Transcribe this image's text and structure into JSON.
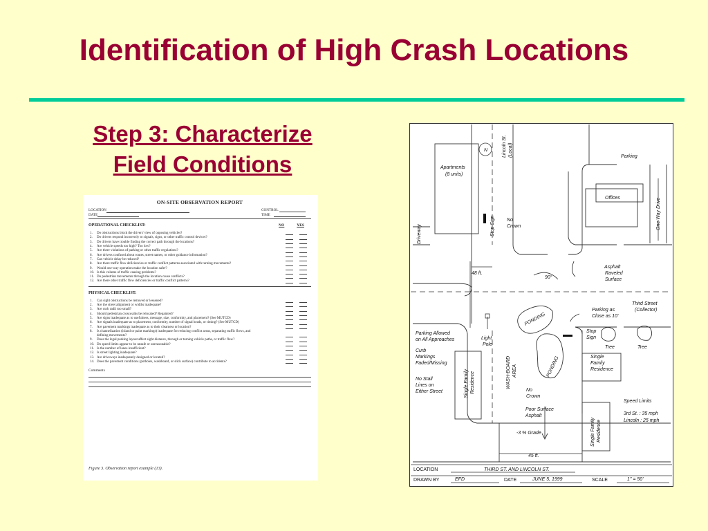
{
  "slide": {
    "title": "Identification of High Crash Locations",
    "subtitle_line1": "Step 3:  Characterize",
    "subtitle_line2": "Field Conditions",
    "colors": {
      "background": "#FFFFCC",
      "title": "#990033",
      "rule": "#00CC99"
    }
  },
  "form": {
    "title": "ON-SITE OBSERVATION REPORT",
    "location_label": "LOCATION",
    "date_label": "DATE",
    "control_label": "CONTROL",
    "time_label": "TIME",
    "operational_heading": "OPERATIONAL CHECKLIST:",
    "no_label": "NO",
    "yes_label": "YES",
    "operational_items": [
      {
        "n": "1.",
        "text": "Do obstructions block the drivers' view of opposing vehicles?"
      },
      {
        "n": "2.",
        "text": "Do drivers respond incorrectly to signals, signs, or other traffic control devices?"
      },
      {
        "n": "3.",
        "text": "Do drivers have trouble finding the correct path through the locations?"
      },
      {
        "n": "4.",
        "text": "Are vehicle speeds too high?  Too low?"
      },
      {
        "n": "5.",
        "text": "Are there violations of parking or other traffic regulations?"
      },
      {
        "n": "6.",
        "text": "Are drivers confused about routes, street names, or other guidance information?"
      },
      {
        "n": "7.",
        "text": "Can vehicle delay be reduced?"
      },
      {
        "n": "8.",
        "text": "Are there traffic flow deficiencies or traffic conflict patterns associated with turning movements?"
      },
      {
        "n": "9.",
        "text": "Would one-way operation make the location safer?"
      },
      {
        "n": "10.",
        "text": "Is this volume of traffic causing problems?"
      },
      {
        "n": "11.",
        "text": "Do pedestrian movements through the location cause conflicts?"
      },
      {
        "n": "12.",
        "text": "Are there other traffic flow deficiencies or traffic conflict patterns?"
      }
    ],
    "physical_heading": "PHYSICAL CHECKLIST:",
    "physical_items": [
      {
        "n": "1.",
        "text": "Can sight obstructions be removed or lessened?"
      },
      {
        "n": "2.",
        "text": "Are the street alignment or widths inadequate?"
      },
      {
        "n": "3.",
        "text": "Are curb radii too small?"
      },
      {
        "n": "4.",
        "text": "Should pedestrian crosswalks be relocated?  Repainted?"
      },
      {
        "n": "5.",
        "text": "Are signs inadequate as to usefulness, message, size, conformity, and placement? (See MUTCD)"
      },
      {
        "n": "6.",
        "text": "Are signals inadequate as to placement, conformity, number of signal heads, or timing? (See MUTCD)"
      },
      {
        "n": "7.",
        "text": "Are pavement markings inadequate as to their clearness or location?"
      },
      {
        "n": "8.",
        "text": "Is channelization (island or paint markings) inadequate for reducing conflict areas, separating traffic flows, and defining movements?"
      },
      {
        "n": "9.",
        "text": "Does the legal parking layout affect sight distance, through or turning vehicle paths, or traffic flow?"
      },
      {
        "n": "10.",
        "text": "Do speed limits appear to be unsafe or unreasonable?"
      },
      {
        "n": "11.",
        "text": "Is the number of lanes insufficient?"
      },
      {
        "n": "12.",
        "text": "Is street lighting inadequate?"
      },
      {
        "n": "13.",
        "text": "Are driveways inadequately designed or located?"
      },
      {
        "n": "14.",
        "text": "Does the pavement conditions (potholes, washboard, or slick surface) contribute to accidents?"
      }
    ],
    "comments_label": "Comments",
    "caption": "Figure 3.    Observation report example (13)."
  },
  "map": {
    "labels": {
      "lincoln": "Lincoln St.",
      "local": "(Local)",
      "north": "N",
      "parking": "Parking",
      "apartments": "Apartments",
      "units": "(8 units)",
      "offices": "Offices",
      "one_way": "One Way Drive",
      "driveway": "Driveway",
      "stop_sign_v": "Stop Sign",
      "no_crown_1": "No",
      "no_crown_2": "Crown",
      "dim_48": "48 ft.",
      "angle_90": "90°",
      "asphalt_1": "Asphalt",
      "asphalt_2": "Raveled",
      "asphalt_3": "Surface",
      "ponding_1": "PONDING",
      "ponding_2": "PONDING",
      "third_1": "Third Street",
      "third_2": "(Collector)",
      "parking_close_1": "Parking as",
      "parking_close_2": "Close as 10'",
      "stop_1": "Stop",
      "stop_2": "Sign",
      "tree_1": "Tree",
      "tree_2": "Tree",
      "parking_allowed_1": "Parking Allowed",
      "parking_allowed_2": "on All Approaches",
      "light_1": "Light",
      "light_2": "Pole",
      "curb_1": "Curb",
      "curb_2": "Markings",
      "curb_3": "Faded/Missing",
      "stall_1": "No Stall",
      "stall_2": "Lines on",
      "stall_3": "Either Street",
      "sfr_left": "Single Family",
      "sfr_left2": "Residence",
      "washboard_1": "WASH-BOARD",
      "washboard_2": "AREA",
      "sfr_right_1": "Single",
      "sfr_right_2": "Family",
      "sfr_right_3": "Residence",
      "no_crown2_1": "No",
      "no_crown2_2": "Crown",
      "poor_1": "Poor Surface",
      "poor_2": "Asphalt",
      "grade": "-3 % Grade",
      "speed_title": "Speed Limits",
      "speed_1": "3rd St. : 35 mph",
      "speed_2": "Lincoln : 25 mph",
      "sfr_br_1": "Single Family",
      "sfr_br_2": "Residence",
      "dim_45": "45 ft."
    },
    "title_block": {
      "location_label": "LOCATION",
      "location_value": "THIRD ST. AND LINCOLN ST.",
      "drawn_label": "DRAWN BY",
      "drawn_value": "EFD",
      "date_label": "DATE",
      "date_value": "JUNE 5, 1999",
      "scale_label": "SCALE",
      "scale_value": "1\" = 50'"
    }
  }
}
